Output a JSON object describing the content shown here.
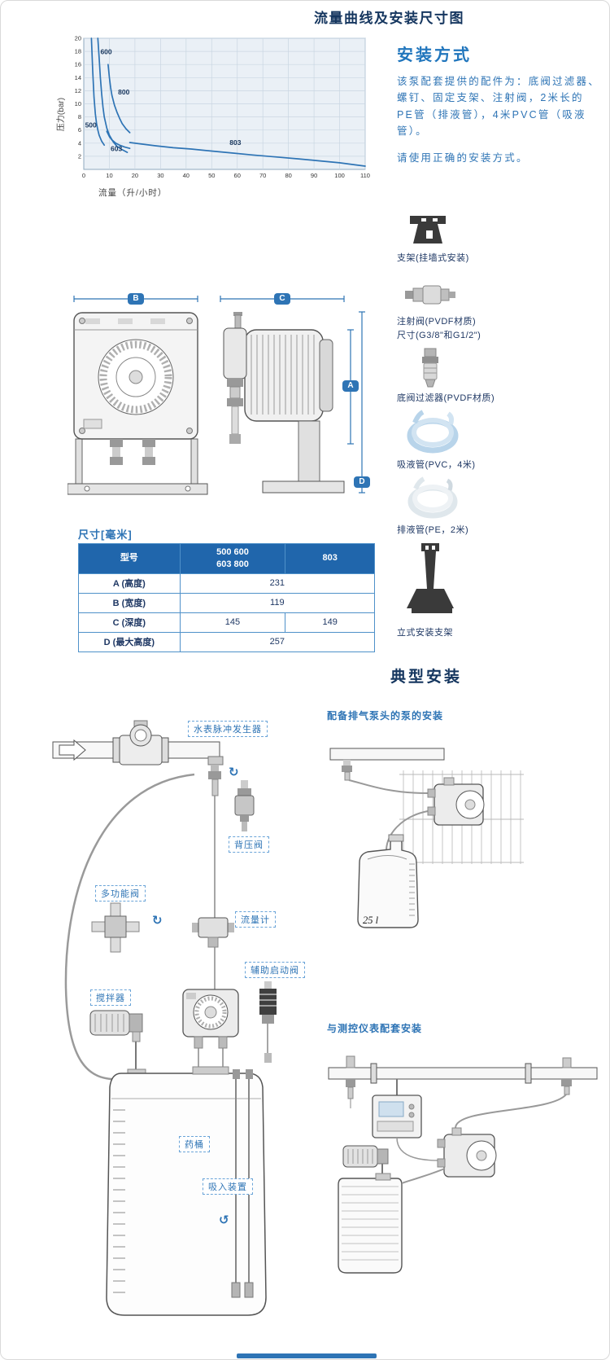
{
  "page": {
    "title": "流量曲线及安装尺寸图"
  },
  "chart_data": {
    "type": "line",
    "title": "",
    "xlabel": "流量（升/小时）",
    "ylabel": "压力(bar)",
    "xlim": [
      0,
      110
    ],
    "ylim": [
      0,
      20
    ],
    "xticks": [
      0,
      10,
      20,
      30,
      40,
      50,
      60,
      70,
      80,
      90,
      100,
      110
    ],
    "yticks": [
      2,
      4,
      6,
      8,
      10,
      12,
      14,
      16,
      18,
      20
    ],
    "grid": true,
    "line_color": "#2e74b5",
    "series": [
      {
        "name": "500",
        "label_pos": [
          0.5,
          6.4
        ],
        "points": [
          [
            3,
            20
          ],
          [
            3.5,
            15
          ],
          [
            4,
            11
          ],
          [
            4.5,
            8.5
          ],
          [
            5,
            7
          ],
          [
            5.5,
            6
          ],
          [
            6,
            5.2
          ],
          [
            7,
            4.3
          ],
          [
            8,
            3.7
          ]
        ]
      },
      {
        "name": "600",
        "label_pos": [
          6.5,
          17.6
        ],
        "points": [
          [
            5.5,
            20
          ],
          [
            6,
            17
          ],
          [
            6.5,
            14
          ],
          [
            7,
            11.5
          ],
          [
            7.5,
            9.5
          ],
          [
            8,
            8
          ],
          [
            9,
            6.3
          ],
          [
            10,
            5.2
          ],
          [
            11.5,
            4.2
          ],
          [
            13,
            3.5
          ],
          [
            15,
            3
          ],
          [
            17,
            2.6
          ]
        ]
      },
      {
        "name": "800",
        "label_pos": [
          13.4,
          11.4
        ],
        "points": [
          [
            9.5,
            16
          ],
          [
            10,
            14
          ],
          [
            10.5,
            12.5
          ],
          [
            11,
            11.3
          ],
          [
            12,
            9.8
          ],
          [
            13,
            8.7
          ],
          [
            14,
            7.8
          ],
          [
            15,
            7
          ],
          [
            16.5,
            6.2
          ],
          [
            18,
            5.6
          ]
        ]
      },
      {
        "name": "603",
        "label_pos": [
          10.5,
          2.8
        ],
        "points": [
          [
            9,
            5.8
          ],
          [
            10,
            5
          ],
          [
            11,
            4.5
          ],
          [
            12.5,
            4
          ],
          [
            14,
            3.7
          ],
          [
            16,
            3.4
          ],
          [
            18,
            3.2
          ]
        ]
      },
      {
        "name": "803",
        "label_pos": [
          57,
          3.7
        ],
        "points": [
          [
            18,
            4.1
          ],
          [
            22,
            3.9
          ],
          [
            28,
            3.6
          ],
          [
            35,
            3.3
          ],
          [
            42,
            3.1
          ],
          [
            50,
            2.8
          ],
          [
            58,
            2.5
          ],
          [
            66,
            2.2
          ],
          [
            75,
            1.9
          ],
          [
            84,
            1.6
          ],
          [
            92,
            1.3
          ],
          [
            100,
            1
          ],
          [
            106,
            0.7
          ],
          [
            110,
            0.5
          ]
        ]
      }
    ]
  },
  "install": {
    "title": "安装方式",
    "body": "该泵配套提供的配件为：底阀过滤器、螺钉、固定支架、注射阀，2米长的PE管（排液管），4米PVC管（吸液管）。",
    "note": "请使用正确的安装方式。",
    "accessories": [
      {
        "label": "支架(挂墙式安装)"
      },
      {
        "label": "注射阀(PVDF材质)\n尺寸(G3/8\"和G1/2\")"
      },
      {
        "label": "底阀过滤器(PVDF材质)"
      },
      {
        "label": "吸液管(PVC，4米)"
      },
      {
        "label": "排液管(PE，2米)"
      },
      {
        "label": "立式安装支架"
      }
    ]
  },
  "dimensions": {
    "label": "尺寸[毫米]",
    "badges": [
      "B",
      "C",
      "A",
      "D"
    ],
    "table": {
      "col_model": "型号",
      "col_group1": "500 600\n603 800",
      "col_group2": "803",
      "rows": [
        {
          "name": "A (高度)",
          "value": "231"
        },
        {
          "name": "B (宽度)",
          "value": "119"
        },
        {
          "name": "C (深度)",
          "v1": "145",
          "v2": "149"
        },
        {
          "name": "D (最大高度)",
          "value": "257"
        }
      ]
    }
  },
  "typical": {
    "title": "典型安装",
    "labels": [
      "水表脉冲发生器",
      "背压阀",
      "多功能阀",
      "流量计",
      "辅助启动阀",
      "搅拌器",
      "药桶",
      "吸入装置"
    ],
    "right_top_title": "配备排气泵头的泵的安装",
    "can_volume": "25 l",
    "right_bottom_title": "与测控仪表配套安装"
  },
  "icons": {
    "rotate_cw": "↻",
    "rotate_ccw": "↺"
  }
}
